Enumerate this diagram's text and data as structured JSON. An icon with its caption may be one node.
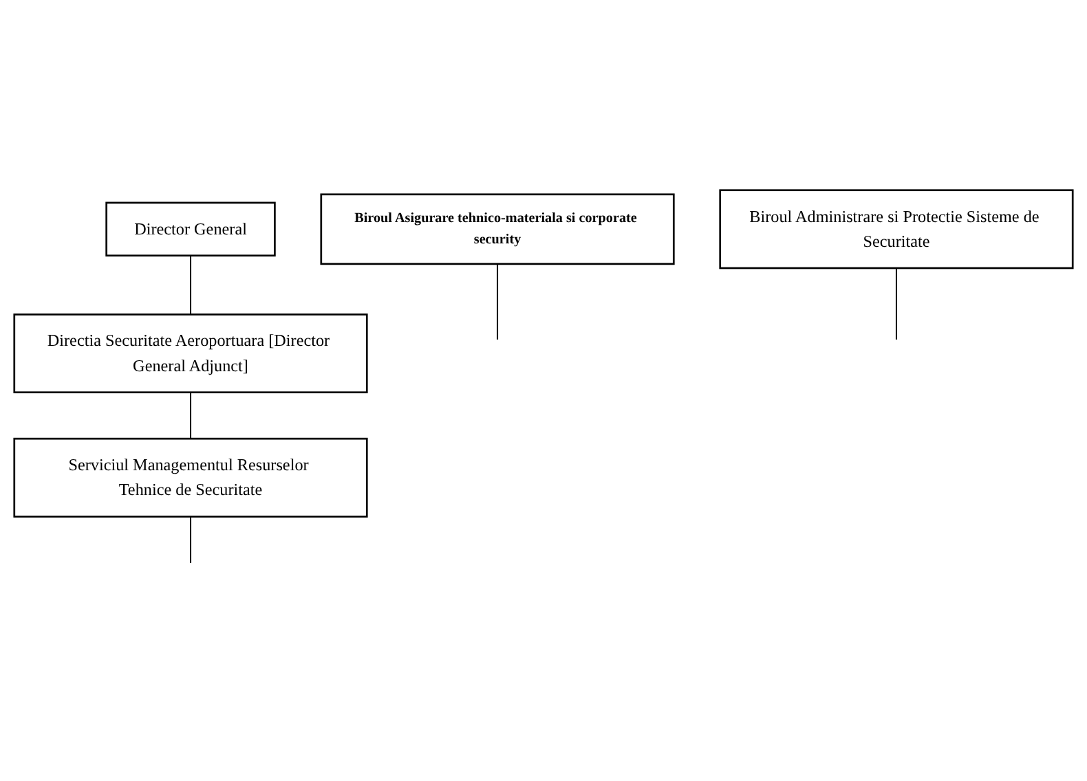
{
  "diagram": {
    "nodes": [
      {
        "text": [
          "Director General"
        ]
      },
      {
        "text": [
          "Directia Securitate Aeroportuara [Director General Adjunct]"
        ]
      },
      {
        "text": [
          "Serviciul Managementul Resurselor Tehnice de Securitate"
        ]
      },
      {
        "text": [
          "Biroul Asigurare tehnico-materiala si corporate security"
        ]
      },
      {
        "text": [
          "Biroul Administrare si Protectie Sisteme de Securitate"
        ]
      }
    ],
    "edges": [
      {
        "from": 0,
        "to": 1,
        "arrow": "none"
      },
      {
        "from": 1,
        "to": 2,
        "arrow": "none"
      },
      {
        "from": 2,
        "to": null,
        "arrow": "none"
      },
      {
        "from": 3,
        "to": null,
        "arrow": "none"
      },
      {
        "from": 4,
        "to": null,
        "arrow": "none"
      }
    ]
  }
}
